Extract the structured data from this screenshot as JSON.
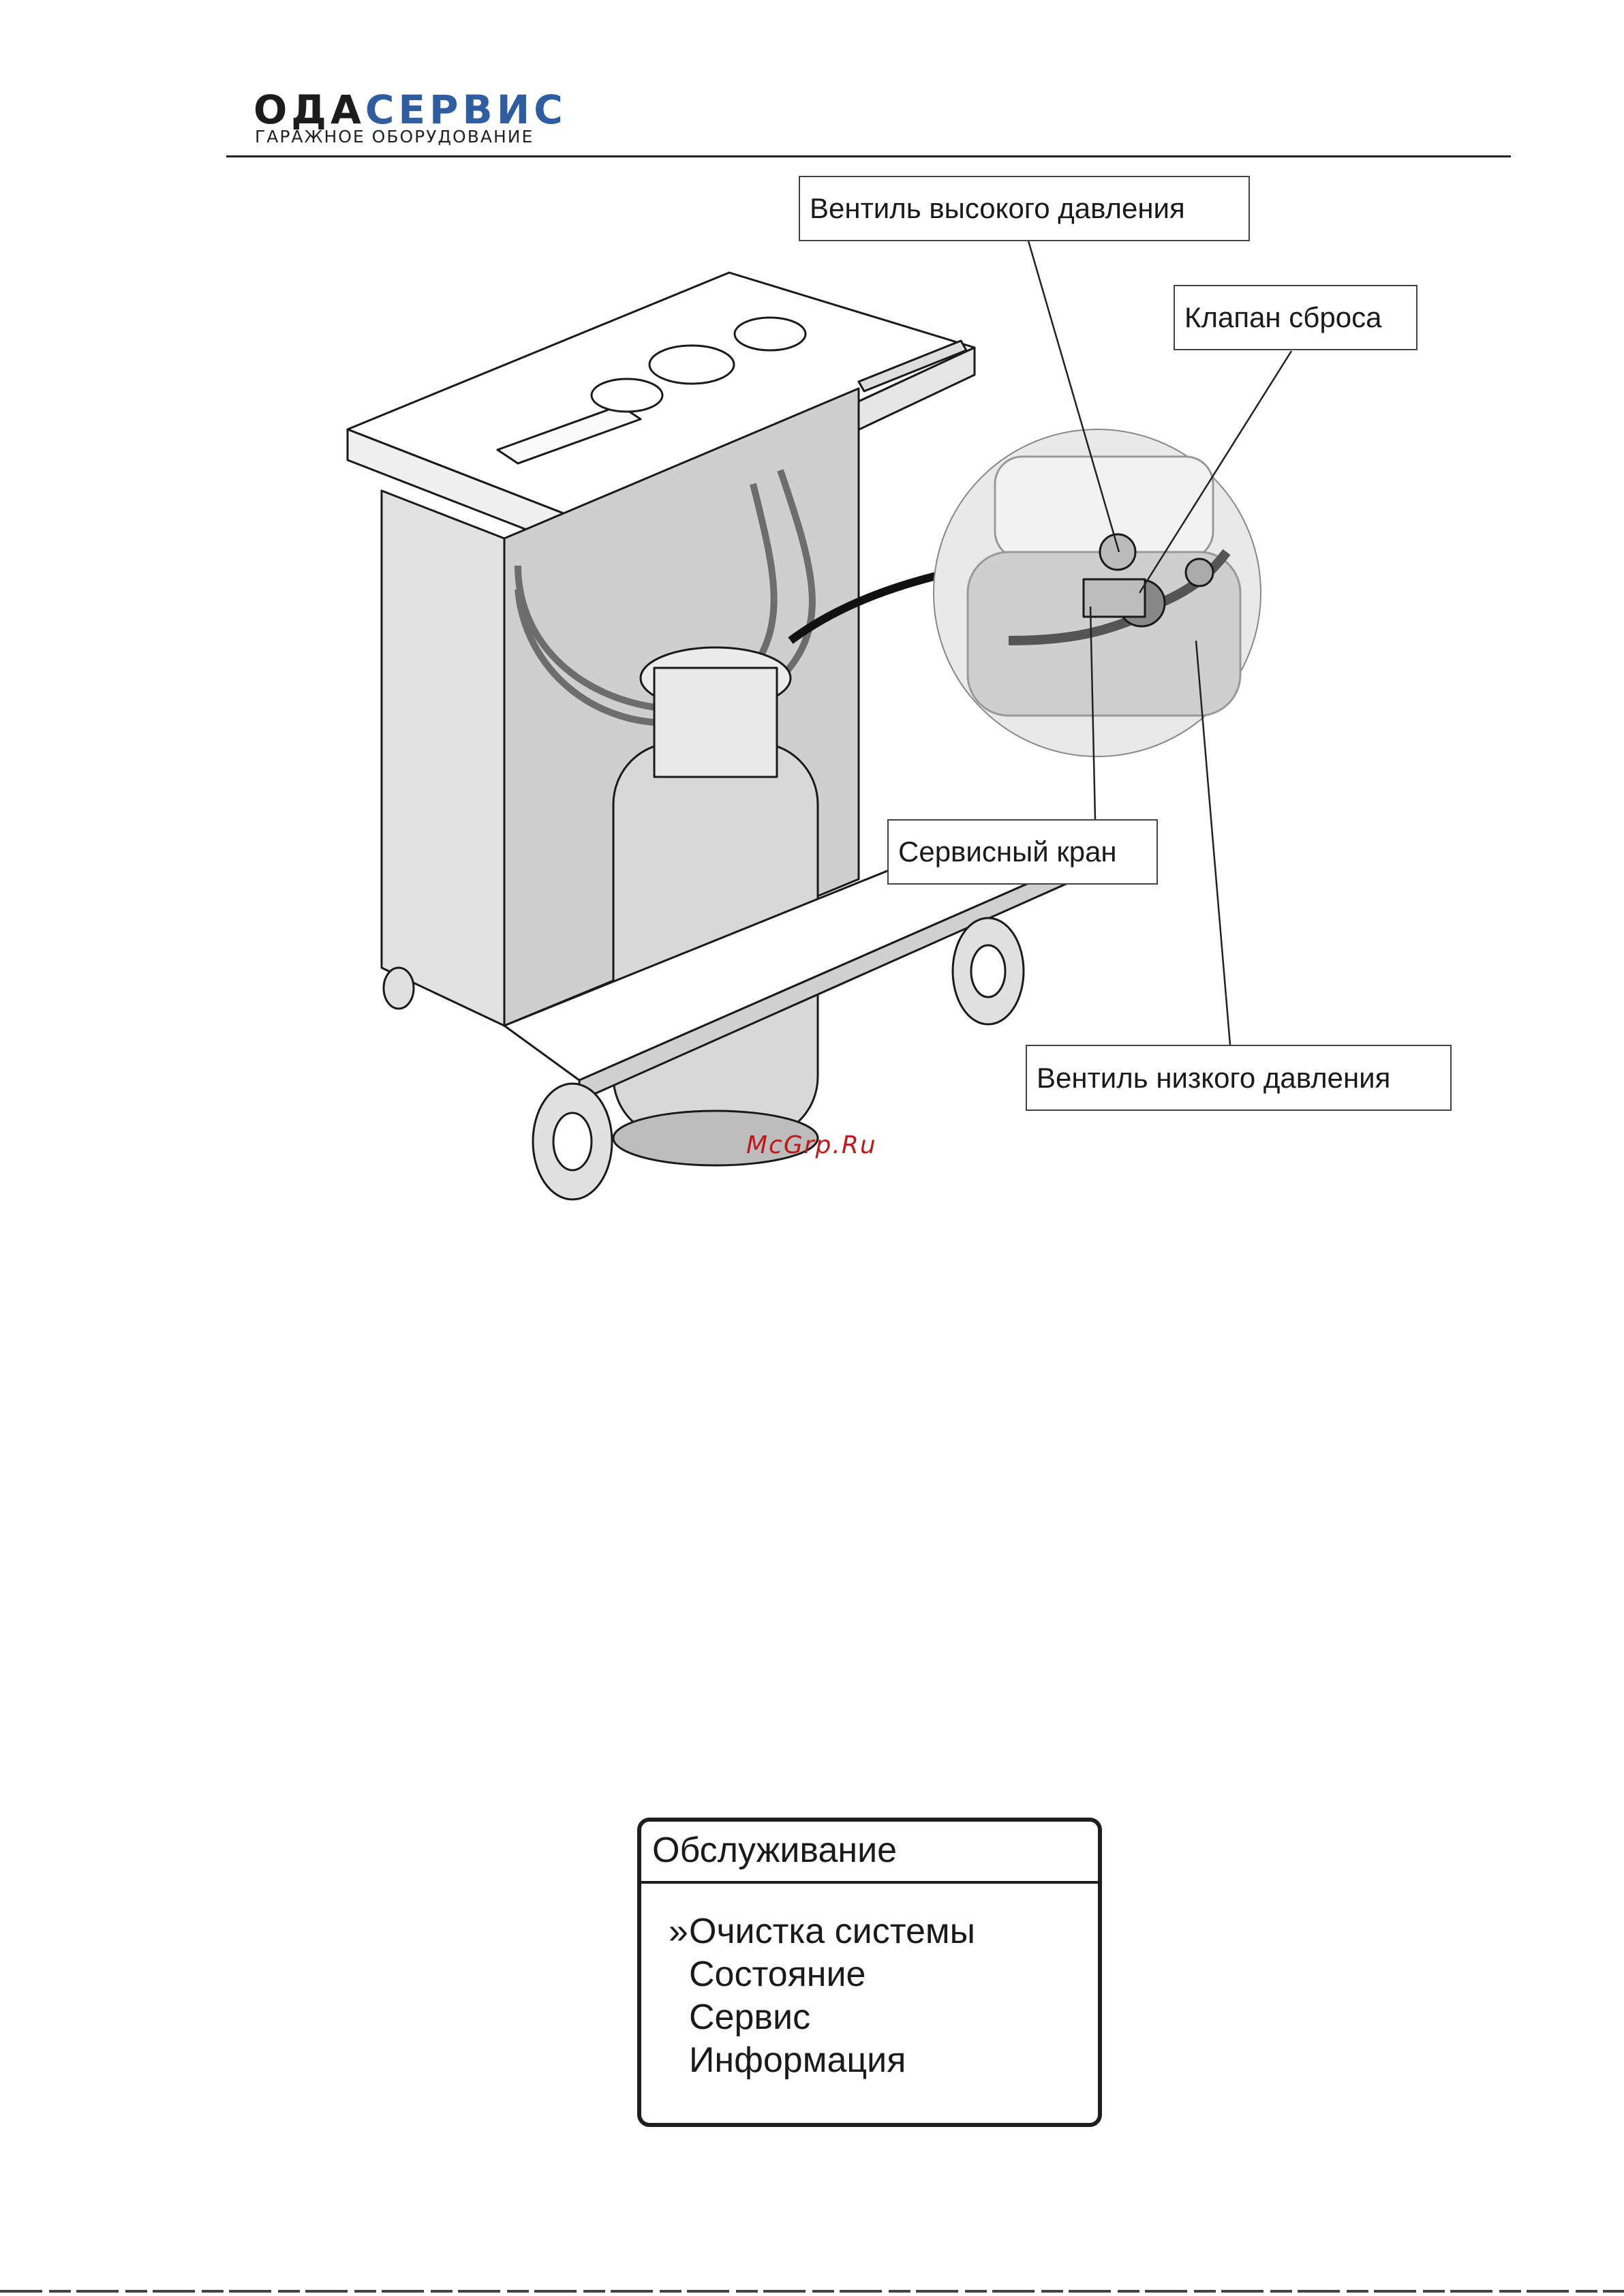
{
  "header": {
    "logo_part1": "ОДА",
    "logo_part2": "СЕРВИС",
    "logo_subtitle": "ГАРАЖНОЕ ОБОРУДОВАНИЕ"
  },
  "figure": {
    "callouts": {
      "high_pressure_valve": "Вентиль высокого давления",
      "relief_valve": "Клапан сброса",
      "service_tap": "Сервисный кран",
      "low_pressure_valve": "Вентиль низкого давления"
    },
    "watermark": "McGrp.Ru"
  },
  "lcd_menu": {
    "title": "Обслуживание",
    "selection_marker": "»",
    "items": [
      "Очистка системы",
      "Состояние",
      "Сервис",
      "Информация"
    ],
    "selected_index": 0
  },
  "colors": {
    "logo_dark": "#1c1c1c",
    "logo_blue": "#2f5d9f",
    "watermark": "#c01818"
  }
}
